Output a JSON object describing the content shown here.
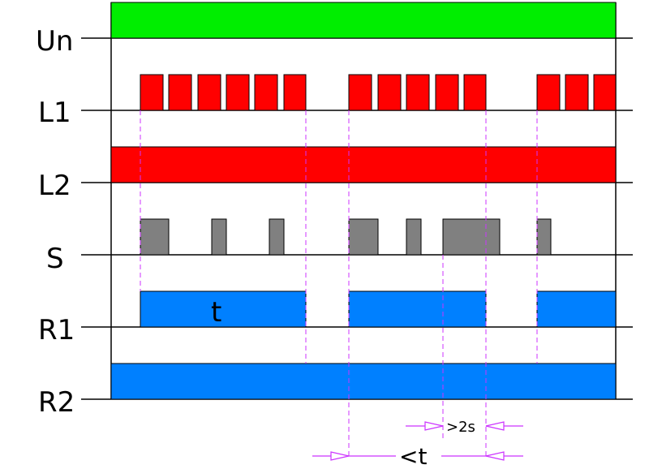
{
  "signals": {
    "un_label": "Un",
    "l1_label": "L1",
    "l2_label": "L2",
    "s_label": "S",
    "r1_label": "R1",
    "r2_label": "R2"
  },
  "annotations": {
    "t_label": "t",
    "pause_label": ">2s",
    "interval_label": "<t"
  },
  "colors": {
    "un": "#00ee00",
    "l1": "#ff0000",
    "l2": "#ff0000",
    "s": "#808080",
    "r": "#0080ff",
    "dashed": "#cc33ff",
    "arrow": "#cc33ff"
  }
}
